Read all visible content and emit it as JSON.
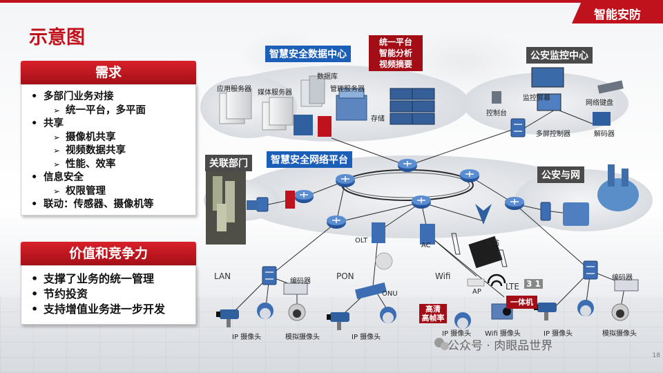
{
  "brand": "智能安防",
  "title": "示意图",
  "needs": {
    "heading": "需求",
    "items": [
      {
        "level": 1,
        "text": "多部门业务对接"
      },
      {
        "level": 2,
        "text": "统一平台，多平面"
      },
      {
        "level": 1,
        "text": "共享"
      },
      {
        "level": 2,
        "text": "摄像机共享"
      },
      {
        "level": 2,
        "text": "视频数据共享"
      },
      {
        "level": 2,
        "text": "性能、效率"
      },
      {
        "level": 1,
        "text": "信息安全"
      },
      {
        "level": 2,
        "text": "权限管理"
      },
      {
        "level": 1,
        "text": "联动：传感器、摄像机等"
      }
    ]
  },
  "value": {
    "heading": "价值和竞争力",
    "items": [
      "支撑了业务的统一管理",
      "节约投资",
      "支持增值业务进一步开发"
    ]
  },
  "diagram": {
    "data_center": "智慧安全数据中心",
    "data_center_features": [
      "统一平台",
      "智能分析",
      "视频摘要"
    ],
    "app_server": "应用服务器",
    "media_server": "媒体服务器",
    "database": "数据库",
    "mgmt_server": "管理服务器",
    "storage": "存储",
    "police_center": "公安监控中心",
    "control_desk": "控制台",
    "monitor_wall": "监控屏幕",
    "net_keyboard": "网络键盘",
    "multi_screen_ctrl": "多屏控制器",
    "decoder": "解码器",
    "related_dept": "关联部门",
    "network_platform": "智慧安全网络平台",
    "police_net": "公安与网",
    "olt": "OLT",
    "ac": "AC",
    "base_station": "基站",
    "lan": "LAN",
    "pon": "PON",
    "wifi": "Wifi",
    "encoder_left": "编码器",
    "onu": "ONU",
    "ap": "AP",
    "lte": "LTE",
    "lte_badge": "3 1",
    "integrated": "一体机",
    "encoder_right": "编码器",
    "hd": [
      "高清",
      "高帧率"
    ],
    "ip_cam_1": "IP 摄像头",
    "analog_cam_1": "模拟摄像头",
    "ip_cam_2": "IP 摄像头",
    "ip_cam_3": "IP 摄像头",
    "wifi_cam": "Wifi 摄像头",
    "ip_cam_4": "IP 摄像头",
    "analog_cam_2": "模拟摄像头"
  },
  "watermark": "公众号 · 肉眼品世界",
  "page_number": "18",
  "colors": {
    "accent": "#c0121c",
    "blue": "#1c5fb8",
    "router": "#2f5f9f"
  }
}
